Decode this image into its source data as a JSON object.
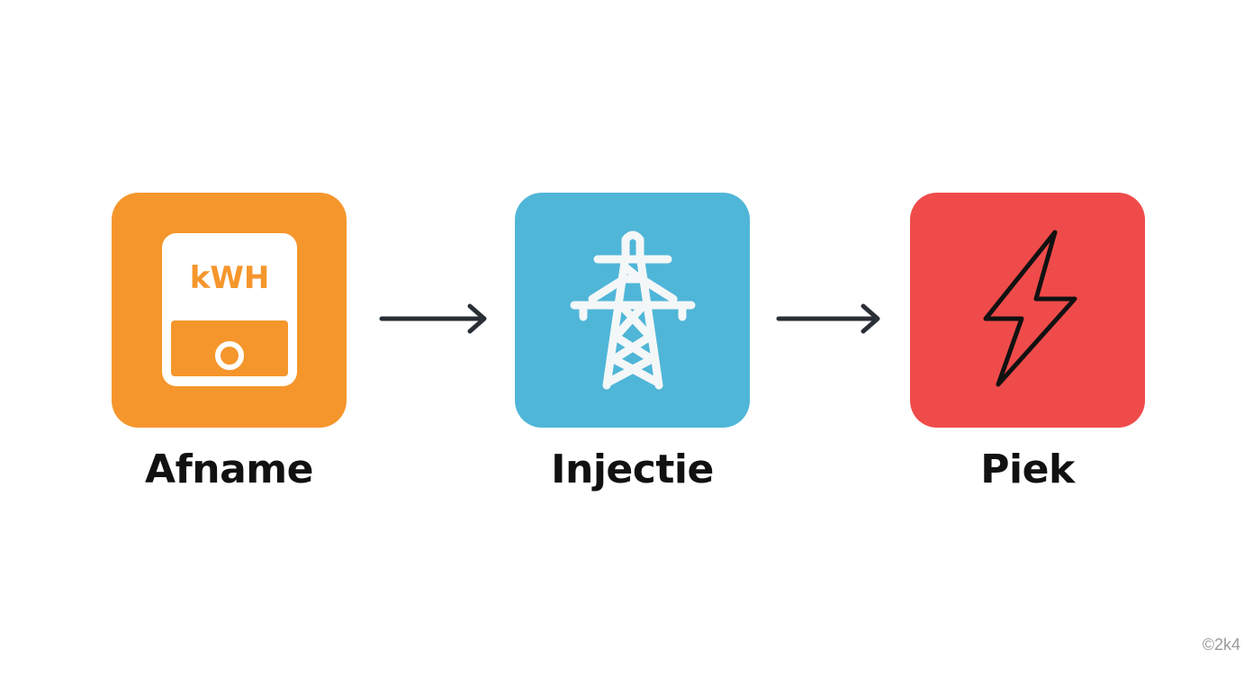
{
  "steps": [
    {
      "label": "Afname",
      "icon": "electric-meter-icon",
      "meter_text": "kWH",
      "color": "#F5962C"
    },
    {
      "label": "Injectie",
      "icon": "power-pylon-icon",
      "color": "#4FB6D8"
    },
    {
      "label": "Piek",
      "icon": "lightning-bolt-icon",
      "color": "#EF4B4A"
    }
  ],
  "arrows": [
    {
      "icon": "arrow-right-icon",
      "color": "#2A2F36"
    },
    {
      "icon": "arrow-right-icon",
      "color": "#2A2F36"
    }
  ],
  "watermark": "©2k4"
}
